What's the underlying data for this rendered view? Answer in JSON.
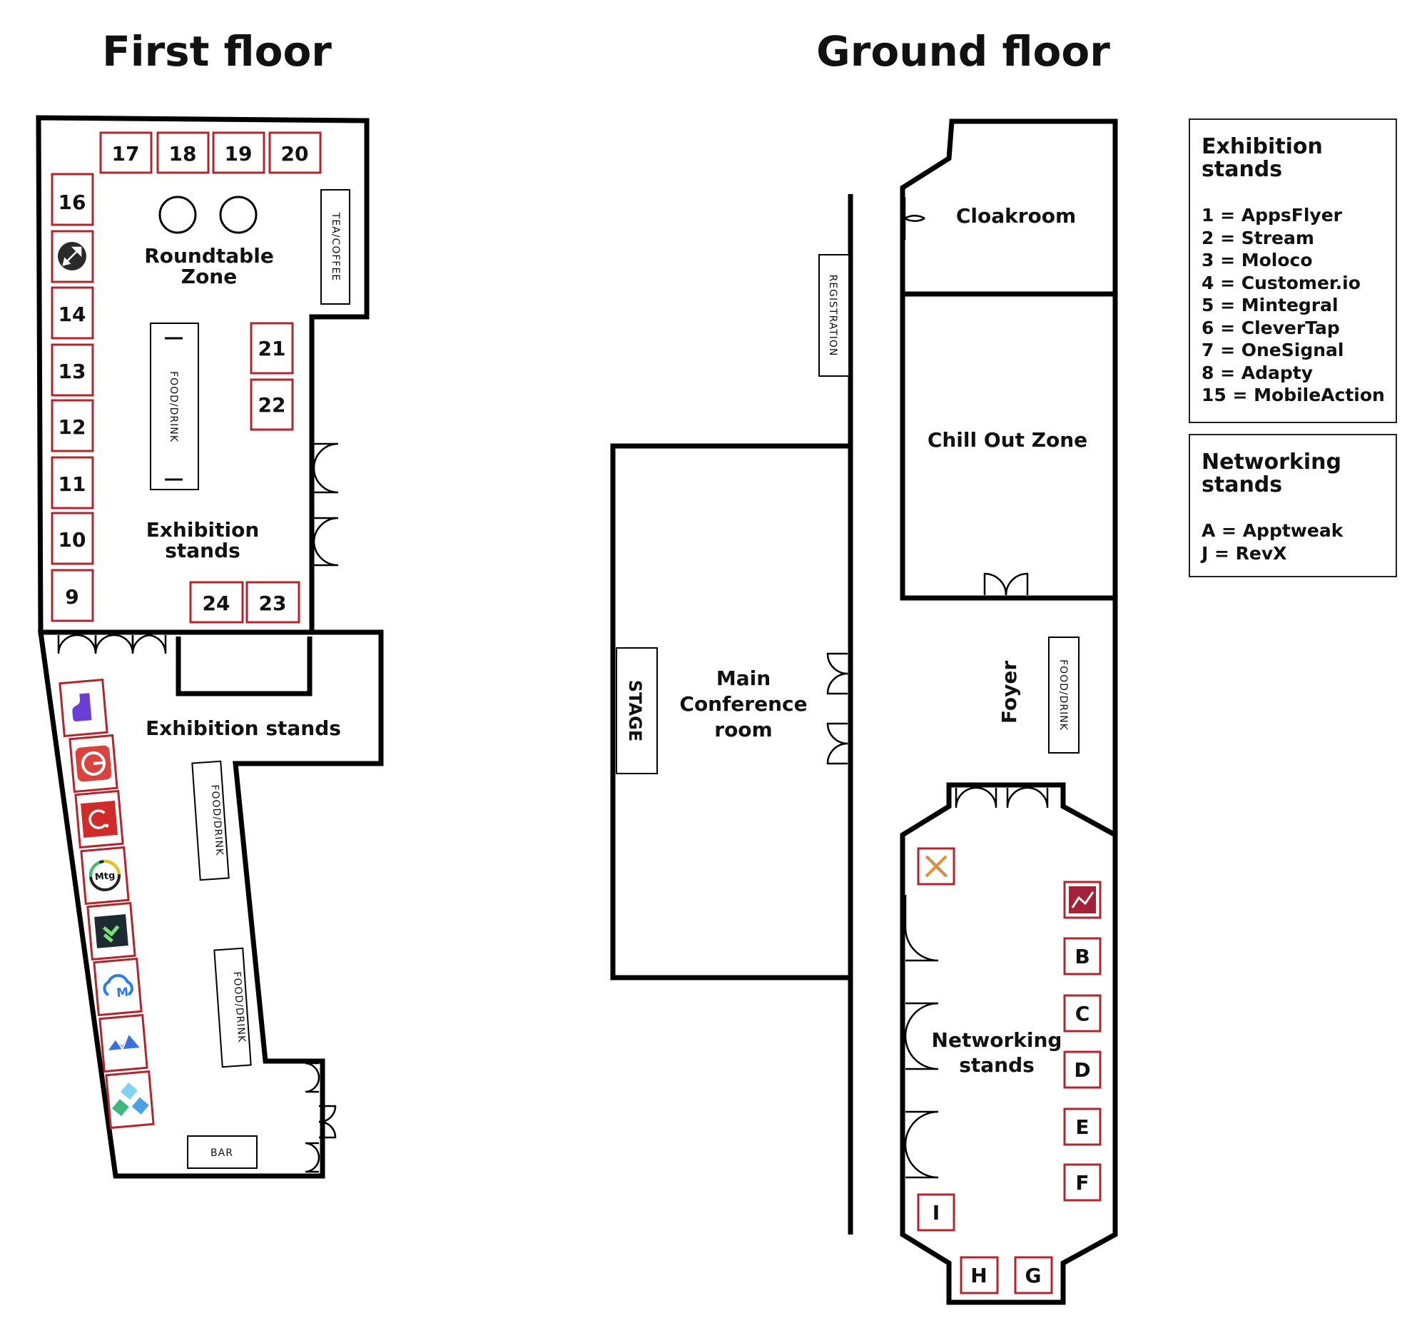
{
  "floors": {
    "first": {
      "title": "First floor",
      "zones": {
        "roundtable": [
          "Roundtable",
          "Zone"
        ],
        "exhibition_upper": [
          "Exhibition",
          "stands"
        ],
        "exhibition_lower": "Exhibition stands"
      },
      "fixtures": {
        "tea_coffee": "TEA/COFFEE",
        "food_drink_upper": "FOOD/DRINK",
        "food_drink_lower_1": "FOOD/DRINK",
        "food_drink_lower_2": "FOOD/DRINK",
        "bar": "BAR"
      },
      "booths_top": [
        "17",
        "18",
        "19",
        "20"
      ],
      "booths_left": [
        "16",
        "15",
        "14",
        "13",
        "12",
        "11",
        "10",
        "9"
      ],
      "booths_mid": [
        "21",
        "22"
      ],
      "booths_bottom": [
        "24",
        "23"
      ],
      "logo_booths": [
        {
          "stand": "15",
          "icon": "rocket-logo-icon"
        },
        {
          "stand": "1",
          "icon": "appsflyer-logo-icon"
        },
        {
          "stand": "2",
          "icon": "stream-logo-icon"
        },
        {
          "stand": "3",
          "icon": "moloco-logo-icon"
        },
        {
          "stand": "4",
          "icon": "customerio-logo-icon",
          "text": "Mtg"
        },
        {
          "stand": "5",
          "icon": "mintegral-logo-icon"
        },
        {
          "stand": "6",
          "icon": "clevertap-logo-icon",
          "text": "M"
        },
        {
          "stand": "7",
          "icon": "onesignal-logo-icon"
        },
        {
          "stand": "8",
          "icon": "adapty-logo-icon"
        }
      ]
    },
    "ground": {
      "title": "Ground floor",
      "rooms": {
        "cloakroom": "Cloakroom",
        "chill_out": "Chill Out Zone",
        "main_conference": [
          "Main",
          "Conference",
          "room"
        ],
        "foyer": "Foyer",
        "networking": [
          "Networking",
          "stands"
        ]
      },
      "fixtures": {
        "registration": "REGISTRATION",
        "stage": "STAGE",
        "food_drink": "FOOD/DRINK"
      },
      "networking_booths": [
        "B",
        "C",
        "D",
        "E",
        "F",
        "I",
        "H",
        "G"
      ],
      "logo_booths": [
        {
          "stand": "A",
          "icon": "apptweak-logo-icon"
        },
        {
          "stand": "J",
          "icon": "revx-logo-icon"
        }
      ]
    }
  },
  "legend": {
    "exhibition": {
      "title": "Exhibition\nstands",
      "items": [
        "1 = AppsFlyer",
        "2 = Stream",
        "3 = Moloco",
        "4 = Customer.io",
        "5 = Mintegral",
        "6 = CleverTap",
        "7 = OneSignal",
        "8 = Adapty",
        "15 = MobileAction"
      ]
    },
    "networking": {
      "title": "Networking\nstands",
      "items": [
        "A = Apptweak",
        "J = RevX"
      ]
    }
  },
  "colors": {
    "booth_border": "#b3252c",
    "wall": "#000000",
    "text": "#111111"
  }
}
